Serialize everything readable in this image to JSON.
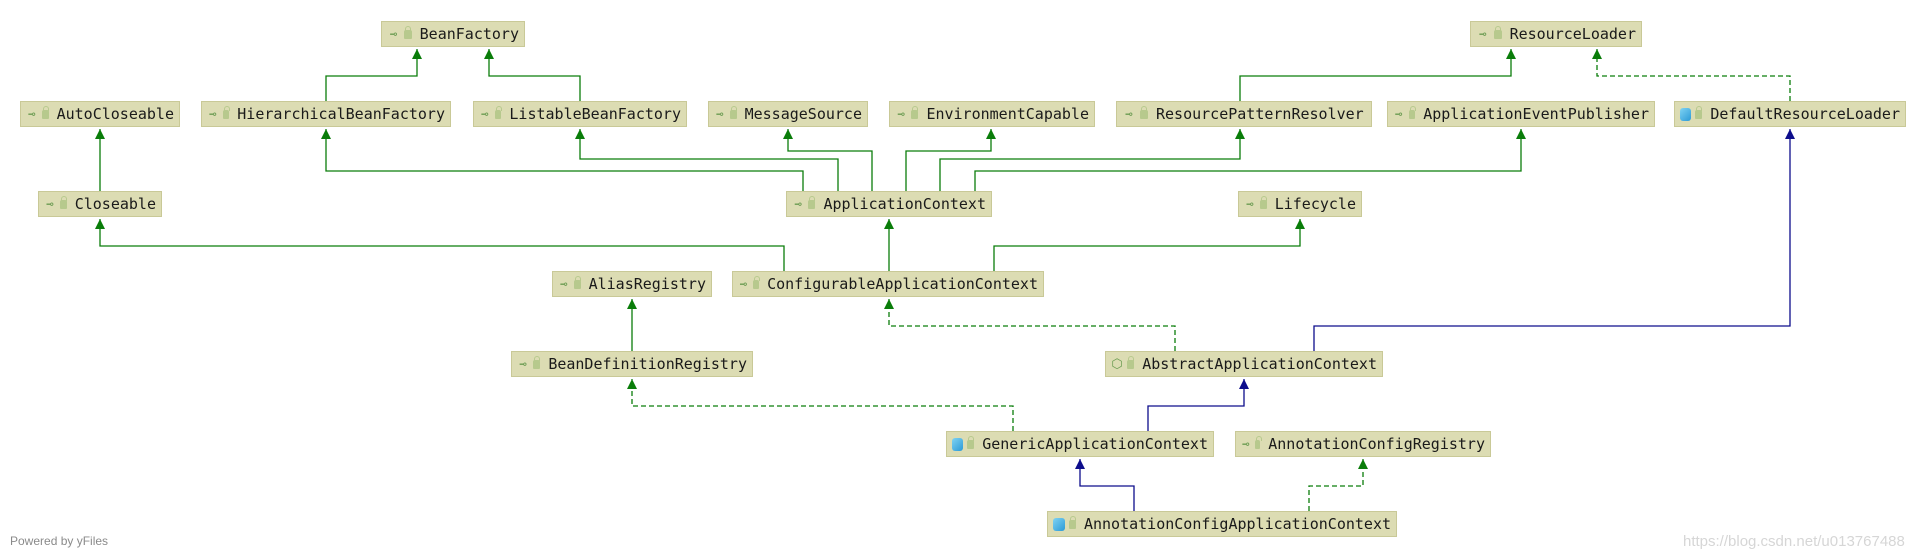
{
  "colors": {
    "extends_line": "#0a7d0a",
    "class_extends_line": "#0d0d8c",
    "implements_line": "#0a7d0a",
    "node_fill": "#dcdcb3"
  },
  "nodes": [
    {
      "id": "BeanFactory",
      "label": "BeanFactory",
      "kind": "interface",
      "icon": "interface-icon"
    },
    {
      "id": "ResourceLoader",
      "label": "ResourceLoader",
      "kind": "interface",
      "icon": "interface-icon"
    },
    {
      "id": "AutoCloseable",
      "label": "AutoCloseable",
      "kind": "interface",
      "icon": "interface-icon"
    },
    {
      "id": "HierarchicalBeanFactory",
      "label": "HierarchicalBeanFactory",
      "kind": "interface",
      "icon": "interface-icon"
    },
    {
      "id": "ListableBeanFactory",
      "label": "ListableBeanFactory",
      "kind": "interface",
      "icon": "interface-icon"
    },
    {
      "id": "MessageSource",
      "label": "MessageSource",
      "kind": "interface",
      "icon": "interface-icon"
    },
    {
      "id": "EnvironmentCapable",
      "label": "EnvironmentCapable",
      "kind": "interface",
      "icon": "interface-icon"
    },
    {
      "id": "ResourcePatternResolver",
      "label": "ResourcePatternResolver",
      "kind": "interface",
      "icon": "interface-icon"
    },
    {
      "id": "ApplicationEventPublisher",
      "label": "ApplicationEventPublisher",
      "kind": "interface",
      "icon": "interface-icon"
    },
    {
      "id": "DefaultResourceLoader",
      "label": "DefaultResourceLoader",
      "kind": "class",
      "icon": "class-icon"
    },
    {
      "id": "Closeable",
      "label": "Closeable",
      "kind": "interface",
      "icon": "interface-icon"
    },
    {
      "id": "ApplicationContext",
      "label": "ApplicationContext",
      "kind": "interface",
      "icon": "interface-icon"
    },
    {
      "id": "Lifecycle",
      "label": "Lifecycle",
      "kind": "interface",
      "icon": "interface-icon"
    },
    {
      "id": "AliasRegistry",
      "label": "AliasRegistry",
      "kind": "interface",
      "icon": "interface-icon"
    },
    {
      "id": "ConfigurableApplicationContext",
      "label": "ConfigurableApplicationContext",
      "kind": "interface",
      "icon": "interface-icon"
    },
    {
      "id": "BeanDefinitionRegistry",
      "label": "BeanDefinitionRegistry",
      "kind": "interface",
      "icon": "interface-icon"
    },
    {
      "id": "AbstractApplicationContext",
      "label": "AbstractApplicationContext",
      "kind": "abstract",
      "icon": "abstract-class-icon"
    },
    {
      "id": "GenericApplicationContext",
      "label": "GenericApplicationContext",
      "kind": "class",
      "icon": "class-icon"
    },
    {
      "id": "AnnotationConfigRegistry",
      "label": "AnnotationConfigRegistry",
      "kind": "interface",
      "icon": "interface-icon"
    },
    {
      "id": "AnnotationConfigApplicationContext",
      "label": "AnnotationConfigApplicationContext",
      "kind": "class",
      "icon": "class-icon"
    }
  ],
  "edges": [
    {
      "from": "HierarchicalBeanFactory",
      "to": "BeanFactory",
      "type": "extends"
    },
    {
      "from": "ListableBeanFactory",
      "to": "BeanFactory",
      "type": "extends"
    },
    {
      "from": "ResourcePatternResolver",
      "to": "ResourceLoader",
      "type": "extends"
    },
    {
      "from": "DefaultResourceLoader",
      "to": "ResourceLoader",
      "type": "implements"
    },
    {
      "from": "Closeable",
      "to": "AutoCloseable",
      "type": "extends"
    },
    {
      "from": "ApplicationContext",
      "to": "HierarchicalBeanFactory",
      "type": "extends"
    },
    {
      "from": "ApplicationContext",
      "to": "ListableBeanFactory",
      "type": "extends"
    },
    {
      "from": "ApplicationContext",
      "to": "MessageSource",
      "type": "extends"
    },
    {
      "from": "ApplicationContext",
      "to": "EnvironmentCapable",
      "type": "extends"
    },
    {
      "from": "ApplicationContext",
      "to": "ResourcePatternResolver",
      "type": "extends"
    },
    {
      "from": "ApplicationContext",
      "to": "ApplicationEventPublisher",
      "type": "extends"
    },
    {
      "from": "ConfigurableApplicationContext",
      "to": "Closeable",
      "type": "extends"
    },
    {
      "from": "ConfigurableApplicationContext",
      "to": "ApplicationContext",
      "type": "extends"
    },
    {
      "from": "ConfigurableApplicationContext",
      "to": "Lifecycle",
      "type": "extends"
    },
    {
      "from": "BeanDefinitionRegistry",
      "to": "AliasRegistry",
      "type": "extends"
    },
    {
      "from": "AbstractApplicationContext",
      "to": "ConfigurableApplicationContext",
      "type": "implements"
    },
    {
      "from": "AbstractApplicationContext",
      "to": "DefaultResourceLoader",
      "type": "class-extends"
    },
    {
      "from": "GenericApplicationContext",
      "to": "AbstractApplicationContext",
      "type": "class-extends"
    },
    {
      "from": "GenericApplicationContext",
      "to": "BeanDefinitionRegistry",
      "type": "implements"
    },
    {
      "from": "AnnotationConfigApplicationContext",
      "to": "GenericApplicationContext",
      "type": "class-extends"
    },
    {
      "from": "AnnotationConfigApplicationContext",
      "to": "AnnotationConfigRegistry",
      "type": "implements"
    }
  ],
  "footer": {
    "powered_by": "Powered by yFiles",
    "watermark": "https://blog.csdn.net/u013767488"
  }
}
